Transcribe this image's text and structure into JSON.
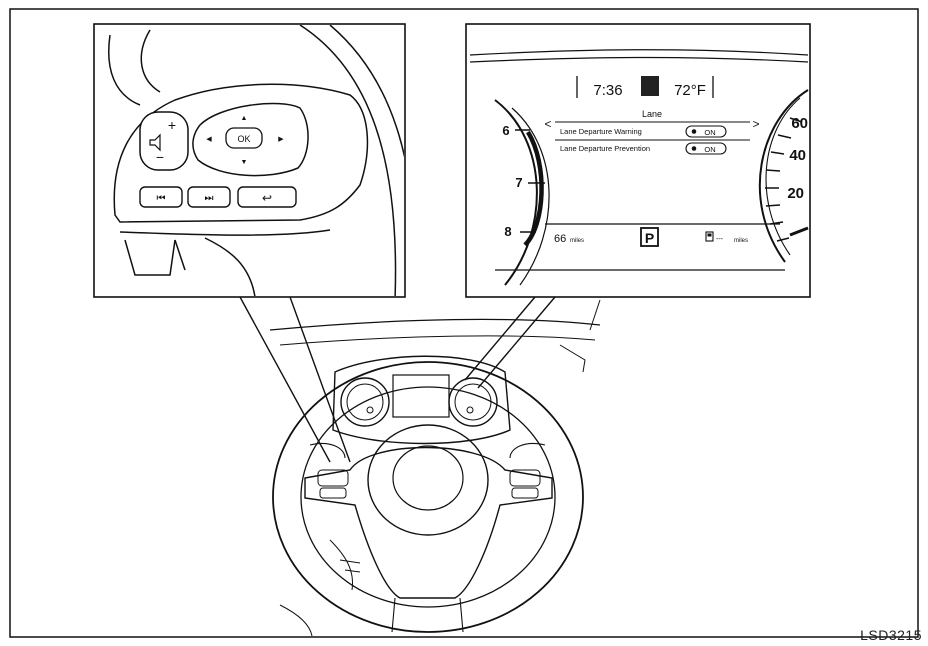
{
  "figure_code": "LSD3215",
  "cluster": {
    "clock": "7:36",
    "temperature": "72°F",
    "menu_title": "Lane",
    "nav_left": "<",
    "nav_right": ">",
    "settings": [
      {
        "label": "Lane Departure Warning",
        "value": "ON"
      },
      {
        "label": "Lane Departure Prevention",
        "value": "ON"
      }
    ],
    "range_value": "66",
    "range_unit": "miles",
    "gear": "P",
    "fuel_readout": "---",
    "fuel_unit": "miles",
    "tach_ticks": [
      "6",
      "7",
      "8"
    ],
    "speed_ticks": [
      "60",
      "40",
      "20"
    ]
  },
  "switch": {
    "ok_label": "OK",
    "plus": "+",
    "minus": "−",
    "prev": "⏮",
    "next": "⏭",
    "back": "↩"
  },
  "icons": [
    "volume-icon",
    "arrow-up-icon",
    "arrow-down-icon",
    "arrow-left-icon",
    "arrow-right-icon",
    "previous-track-icon",
    "next-track-icon",
    "back-icon",
    "fuel-pump-icon"
  ]
}
